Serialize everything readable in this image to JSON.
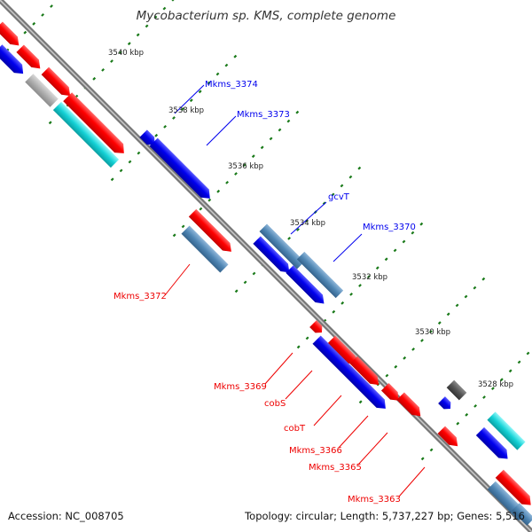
{
  "title": "Mycobacterium sp. KMS, complete genome",
  "footer": {
    "accession": "Accession: NC_008705",
    "summary": "Topology: circular; Length: 5,737,227 bp; Genes: 5,516"
  },
  "colors": {
    "forward_strand": "#ff0000",
    "reverse_strand": "#0000ee",
    "steelblue_feature": "#4f86b4",
    "cyan_feature": "#14d2d6",
    "grey_feature": "#b0b0b0",
    "dark_feature": "#555555",
    "tick_dots": "#1a7a1a",
    "backbone": "#777777"
  },
  "ticks": [
    {
      "label": "3540 kbp"
    },
    {
      "label": "3538 kbp"
    },
    {
      "label": "3536 kbp"
    },
    {
      "label": "3534 kbp"
    },
    {
      "label": "3532 kbp"
    },
    {
      "label": "3530 kbp"
    },
    {
      "label": "3528 kbp"
    }
  ],
  "gene_labels": [
    {
      "text": "Mkms_3374",
      "color": "#0000ee"
    },
    {
      "text": "Mkms_3373",
      "color": "#0000ee"
    },
    {
      "text": "gcvT",
      "color": "#0000ee"
    },
    {
      "text": "Mkms_3370",
      "color": "#0000ee"
    },
    {
      "text": "Mkms_3372",
      "color": "#ee0000"
    },
    {
      "text": "Mkms_3369",
      "color": "#ee0000"
    },
    {
      "text": "cobS",
      "color": "#ee0000"
    },
    {
      "text": "cobT",
      "color": "#ee0000"
    },
    {
      "text": "Mkms_3366",
      "color": "#ee0000"
    },
    {
      "text": "Mkms_3365",
      "color": "#ee0000"
    },
    {
      "text": "Mkms_3363",
      "color": "#ee0000"
    }
  ]
}
